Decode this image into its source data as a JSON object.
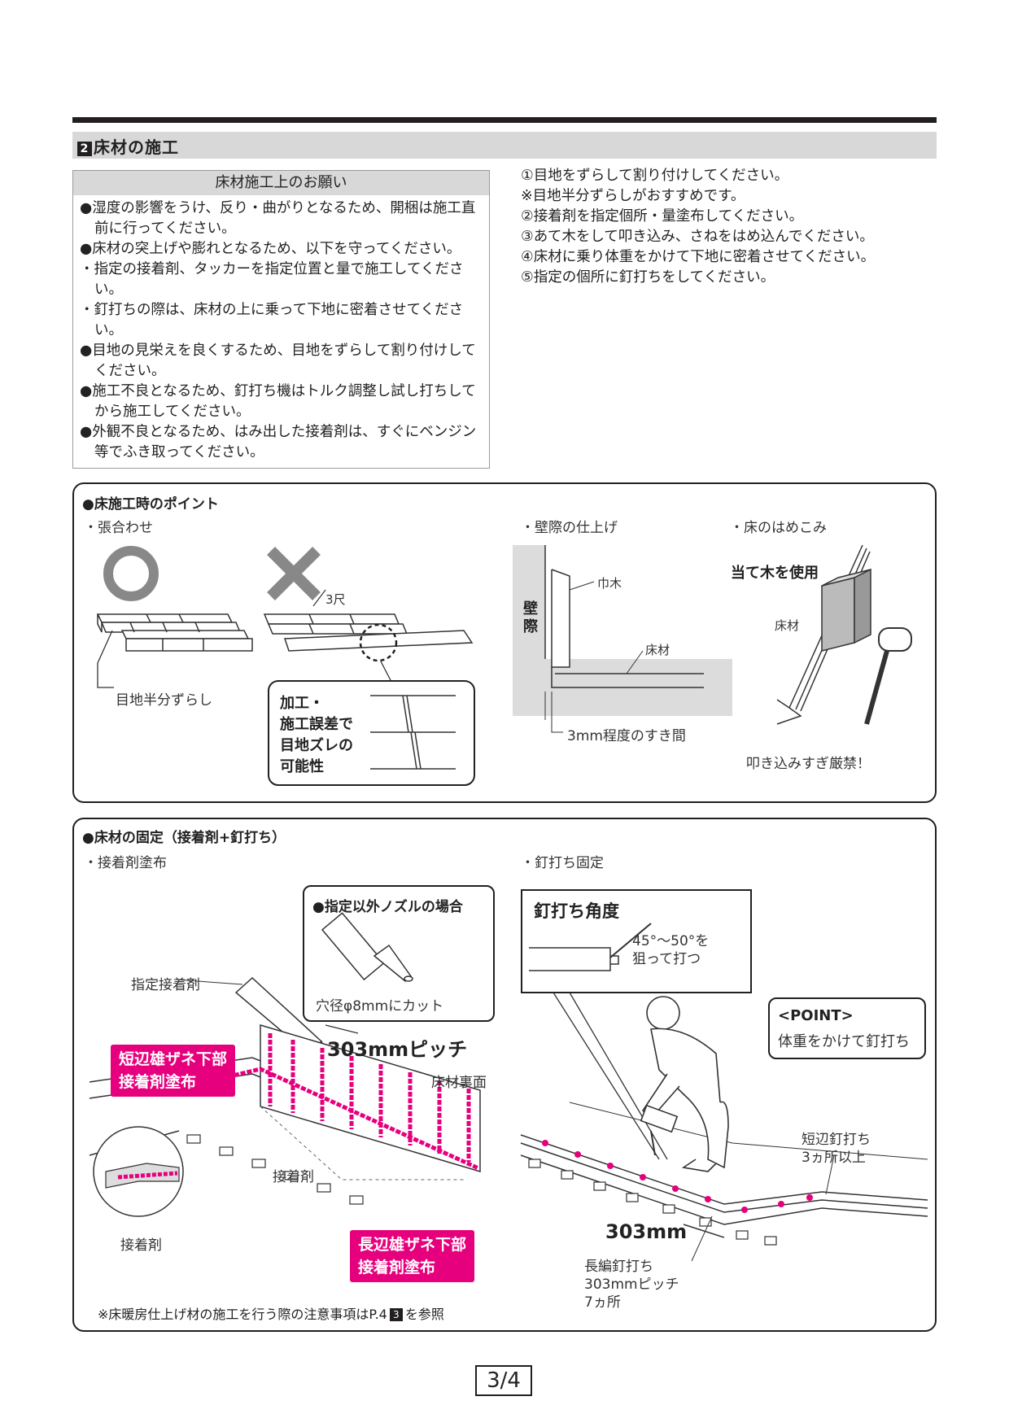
{
  "section": {
    "num": "2",
    "title": "床材の施工"
  },
  "notice": {
    "heading": "床材施工上のお願い",
    "items": [
      "●湿度の影響をうけ、反り・曲がりとなるため、開梱は施工直前に行ってください。",
      "●床材の突上げや膨れとなるため、以下を守ってください。",
      "・指定の接着剤、タッカーを指定位置と量で施工してください。",
      "・釘打ちの際は、床材の上に乗って下地に密着させてください。",
      "●目地の見栄えを良くするため、目地をずらして割り付けしてください。",
      "●施工不良となるため、釘打ち機はトルク調整し試し打ちしてから施工してください。",
      "●外観不良となるため、はみ出した接着剤は、すぐにベンジン等でふき取ってください。"
    ]
  },
  "steps": [
    "①目地をずらして割り付けしてください。",
    "※目地半分ずらしがおすすめです。",
    "②接着剤を指定個所・量塗布してください。",
    "③あて木をして叩き込み、さねをはめ込んでください。",
    "④床材に乗り体重をかけて下地に密着させてください。",
    "⑤指定の個所に釘打ちをしてください。"
  ],
  "panel1": {
    "title": "●床施工時のポイント",
    "sub_harai": "・張合わせ",
    "sub_kabe": "・壁際の仕上げ",
    "sub_hame": "・床のはめこみ",
    "label_3shaku": "3尺",
    "label_mejihanbun": "目地半分ずらし",
    "callout_lines": [
      "加工・",
      "施工誤差で",
      "目地ズレの",
      "可能性"
    ],
    "label_kabegiwa": "壁際",
    "label_habaki": "巾木",
    "label_yukazai": "床材",
    "label_gap": "3mm程度のすき間",
    "label_atekizai": "当て木を使用",
    "label_yukazai2": "床材",
    "label_warning": "叩き込みすぎ厳禁！"
  },
  "panel2": {
    "title": "●床材の固定（接着剤+釘打ち）",
    "sub_adhesive": "・接着剤塗布",
    "sub_nail": "・釘打ち固定",
    "nozzle_title": "●指定以外ノズルの場合",
    "nozzle_text": "穴径φ8mmにカット",
    "label_shitei": "指定接着剤",
    "pitch": "303mmピッチ",
    "label_urazura": "床材裏面",
    "tag_short": [
      "短辺雄ザネ下部",
      "接着剤塗布"
    ],
    "tag_long": [
      "長辺雄ザネ下部",
      "接着剤塗布"
    ],
    "label_adhesive": "接着剤",
    "label_adhesive2": "接着剤",
    "footnote_pre": "※床暖房仕上げ材の施工を行う際の注意事項はP.4",
    "footnote_num": "3",
    "footnote_post": "を参照",
    "angle_title": "釘打ち角度",
    "angle_text": [
      "45°～50°を",
      "狙って打つ"
    ],
    "point_title": "<POINT>",
    "point_text": "体重をかけて釘打ち",
    "short_nail": [
      "短辺釘打ち",
      "3ヵ所以上"
    ],
    "dim_303": "303mm",
    "long_nail": [
      "長編釘打ち",
      "303mmピッチ",
      "7ヵ所"
    ]
  },
  "page": "3/4"
}
